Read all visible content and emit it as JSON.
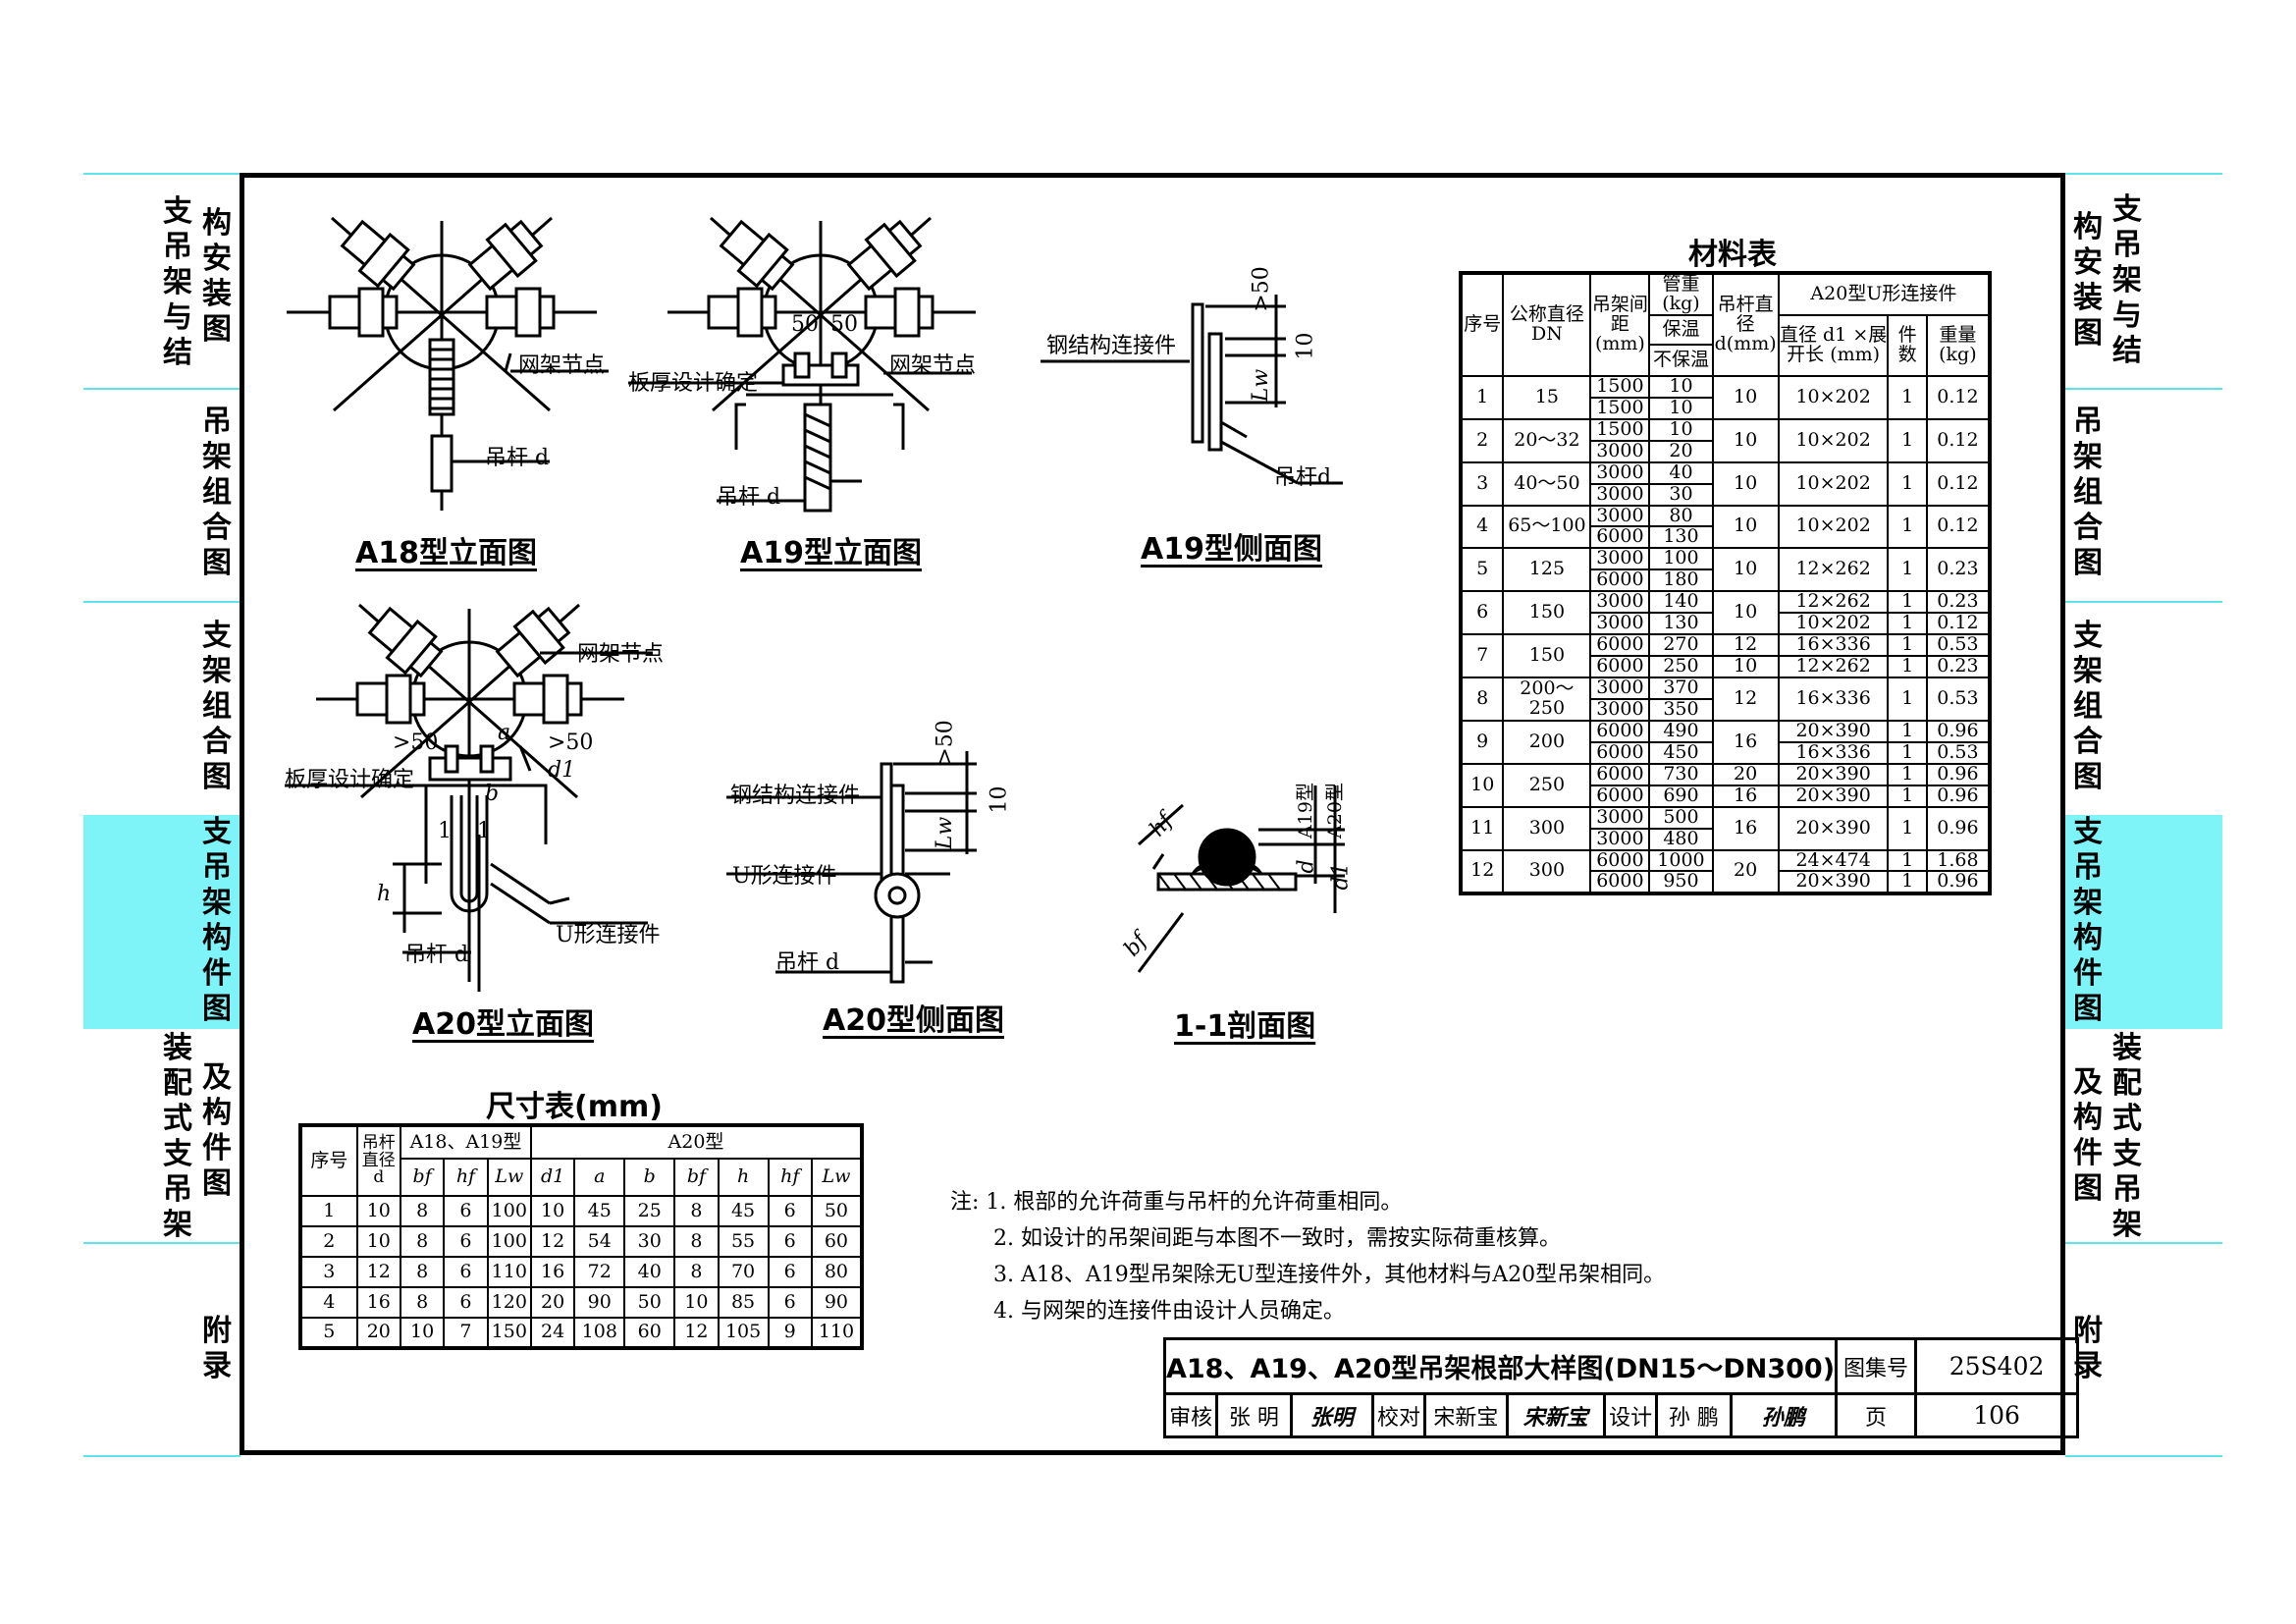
{
  "left_tabs": [
    {
      "col1": "支吊架与结",
      "col2": "构安装图"
    },
    {
      "col1": "",
      "col2": "吊架组合图"
    },
    {
      "col1": "",
      "col2": "支架组合图"
    },
    {
      "col1": "",
      "col2": "支吊架构件图"
    },
    {
      "col1": "装配式支吊架",
      "col2": "及构件图"
    },
    {
      "col1": "",
      "col2": "附录"
    }
  ],
  "right_tabs": [
    {
      "col1": "构安装图",
      "col2": "支吊架与结"
    },
    {
      "col1": "吊架组合图",
      "col2": ""
    },
    {
      "col1": "支架组合图",
      "col2": ""
    },
    {
      "col1": "支吊架构件图",
      "col2": ""
    },
    {
      "col1": "及构件图",
      "col2": "装配式支吊架"
    },
    {
      "col1": "附录",
      "col2": ""
    }
  ],
  "colors": {
    "tab_line": "#5fe3ea",
    "tab_highlight": "#7ff4f8"
  },
  "drawings": {
    "a18_title": "A18型立面图",
    "a19_title": "A19型立面图",
    "a19_side_title": "A19型侧面图",
    "a20_title": "A20型立面图",
    "a20_side_title": "A20型侧面图",
    "section_title": "1-1剖面图",
    "labels": {
      "node": "网架节点",
      "rod": "吊杆 d",
      "plate": "板厚设计确定",
      "steel_conn": "钢结构连接件",
      "u_conn": "U形连接件",
      "rod_d": "吊杆d",
      "dim_50": "50",
      "dim_gt50": ">50",
      "dim_10": "10",
      "lw": "Lw",
      "a": "a",
      "b": "b",
      "h": "h",
      "d1": "d1",
      "d": "d",
      "bf": "bf",
      "hf": "hf",
      "a19": "A19型",
      "a20": "A20型",
      "sec_mark": "1"
    }
  },
  "material_table": {
    "title": "材料表",
    "header": {
      "seq": "序号",
      "dn": "公称直径DN",
      "spacing": "吊架间距(mm)",
      "weight": "管重(kg)",
      "insul": "保温",
      "noinsul": "不保温",
      "rod": "吊杆直径d(mm)",
      "a20": "A20型U形连接件",
      "dia": "直径 d1 ×展开长 (mm)",
      "count": "件数",
      "mass": "重量(kg)"
    },
    "groups": [
      {
        "seq": "1",
        "dn": "15",
        "rod": "10",
        "rows": [
          {
            "spacing": "1500",
            "w": "10",
            "dia": "10×202",
            "n": "1",
            "kg": "0.12"
          },
          {
            "spacing": "1500",
            "w": "10"
          }
        ]
      },
      {
        "seq": "2",
        "dn": "20～32",
        "rod": "10",
        "rows": [
          {
            "spacing": "1500",
            "w": "10",
            "dia": "10×202",
            "n": "1",
            "kg": "0.12"
          },
          {
            "spacing": "3000",
            "w": "20"
          }
        ]
      },
      {
        "seq": "3",
        "dn": "40～50",
        "rod": "10",
        "rows": [
          {
            "spacing": "3000",
            "w": "40",
            "dia": "10×202",
            "n": "1",
            "kg": "0.12"
          },
          {
            "spacing": "3000",
            "w": "30"
          }
        ]
      },
      {
        "seq": "4",
        "dn": "65～100",
        "rod": "10",
        "rows": [
          {
            "spacing": "3000",
            "w": "80",
            "dia": "10×202",
            "n": "1",
            "kg": "0.12"
          },
          {
            "spacing": "6000",
            "w": "130"
          }
        ]
      },
      {
        "seq": "5",
        "dn": "125",
        "rod": "10",
        "rows": [
          {
            "spacing": "3000",
            "w": "100",
            "dia": "12×262",
            "n": "1",
            "kg": "0.23"
          },
          {
            "spacing": "6000",
            "w": "180"
          }
        ]
      },
      {
        "seq": "6",
        "dn": "150",
        "rod": "10",
        "rows": [
          {
            "spacing": "3000",
            "w": "140",
            "dia": "12×262",
            "n": "1",
            "kg": "0.23"
          },
          {
            "spacing": "3000",
            "w": "130",
            "dia": "10×202",
            "n": "1",
            "kg": "0.12"
          }
        ]
      },
      {
        "seq": "7",
        "dn": "150",
        "rows": [
          {
            "spacing": "6000",
            "w": "270",
            "rod": "12",
            "dia": "16×336",
            "n": "1",
            "kg": "0.53"
          },
          {
            "spacing": "6000",
            "w": "250",
            "rod": "10",
            "dia": "12×262",
            "n": "1",
            "kg": "0.23"
          }
        ]
      },
      {
        "seq": "8",
        "dn": "200～250",
        "rod": "12",
        "rows": [
          {
            "spacing": "3000",
            "w": "370",
            "dia": "16×336",
            "n": "1",
            "kg": "0.53"
          },
          {
            "spacing": "3000",
            "w": "350"
          }
        ]
      },
      {
        "seq": "9",
        "dn": "200",
        "rod": "16",
        "rows": [
          {
            "spacing": "6000",
            "w": "490",
            "dia": "20×390",
            "n": "1",
            "kg": "0.96"
          },
          {
            "spacing": "6000",
            "w": "450",
            "dia": "16×336",
            "n": "1",
            "kg": "0.53"
          }
        ]
      },
      {
        "seq": "10",
        "dn": "250",
        "rows": [
          {
            "spacing": "6000",
            "w": "730",
            "rod": "20",
            "dia": "20×390",
            "n": "1",
            "kg": "0.96"
          },
          {
            "spacing": "6000",
            "w": "690",
            "rod": "16",
            "dia": "20×390",
            "n": "1",
            "kg": "0.96"
          }
        ]
      },
      {
        "seq": "11",
        "dn": "300",
        "rod": "16",
        "rows": [
          {
            "spacing": "3000",
            "w": "500",
            "dia": "20×390",
            "n": "1",
            "kg": "0.96"
          },
          {
            "spacing": "3000",
            "w": "480"
          }
        ]
      },
      {
        "seq": "12",
        "dn": "300",
        "rod": "20",
        "rows": [
          {
            "spacing": "6000",
            "w": "1000",
            "dia": "24×474",
            "n": "1",
            "kg": "1.68"
          },
          {
            "spacing": "6000",
            "w": "950",
            "dia": "20×390",
            "n": "1",
            "kg": "0.96"
          }
        ]
      }
    ]
  },
  "size_table": {
    "title": "尺寸表(mm)",
    "header": {
      "seq": "序号",
      "rod": "吊杆直径d",
      "a1819": "A18、A19型",
      "a20": "A20型",
      "cols_a1819": [
        "bf",
        "hf",
        "Lw"
      ],
      "cols_a20": [
        "d1",
        "a",
        "b",
        "bf",
        "h",
        "hf",
        "Lw"
      ]
    },
    "rows": [
      [
        "1",
        "10",
        "8",
        "6",
        "100",
        "10",
        "45",
        "25",
        "8",
        "45",
        "6",
        "50"
      ],
      [
        "2",
        "10",
        "8",
        "6",
        "100",
        "12",
        "54",
        "30",
        "8",
        "55",
        "6",
        "60"
      ],
      [
        "3",
        "12",
        "8",
        "6",
        "110",
        "16",
        "72",
        "40",
        "8",
        "70",
        "6",
        "80"
      ],
      [
        "4",
        "16",
        "8",
        "6",
        "120",
        "20",
        "90",
        "50",
        "10",
        "85",
        "6",
        "90"
      ],
      [
        "5",
        "20",
        "10",
        "7",
        "150",
        "24",
        "108",
        "60",
        "12",
        "105",
        "9",
        "110"
      ]
    ]
  },
  "notes": {
    "prefix": "注:",
    "items": [
      "1. 根部的允许荷重与吊杆的允许荷重相同。",
      "2. 如设计的吊架间距与本图不一致时，需按实际荷重核算。",
      "3. A18、A19型吊架除无U型连接件外，其他材料与A20型吊架相同。",
      "4. 与网架的连接件由设计人员确定。"
    ]
  },
  "title_block": {
    "title": "A18、A19、A20型吊架根部大样图(DN15～DN300)",
    "atlas_label": "图集号",
    "atlas_no": "25S402",
    "review": "审核",
    "reviewer": "张 明",
    "reviewer_sig": "张明",
    "check": "校对",
    "checker": "宋新宝",
    "checker_sig": "宋新宝",
    "design": "设计",
    "designer": "孙 鹏",
    "designer_sig": "孙鹏",
    "page_label": "页",
    "page_no": "106"
  }
}
